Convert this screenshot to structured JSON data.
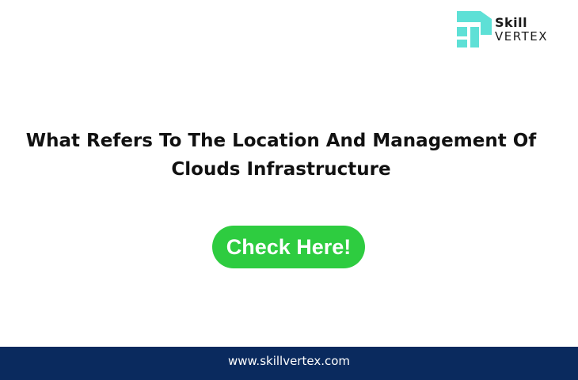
{
  "logo": {
    "word1": "Skill",
    "word2": "VERTEX",
    "icon": "skillvertex-logo-icon",
    "accent_color": "#5ee0d6"
  },
  "headline": {
    "line1": "What Refers To The Location And Management Of",
    "line2": "Clouds Infrastructure"
  },
  "cta": {
    "label": "Check Here!",
    "color": "#2ecc40"
  },
  "footer": {
    "url": "www.skillvertex.com",
    "background": "#0a2a5e"
  }
}
